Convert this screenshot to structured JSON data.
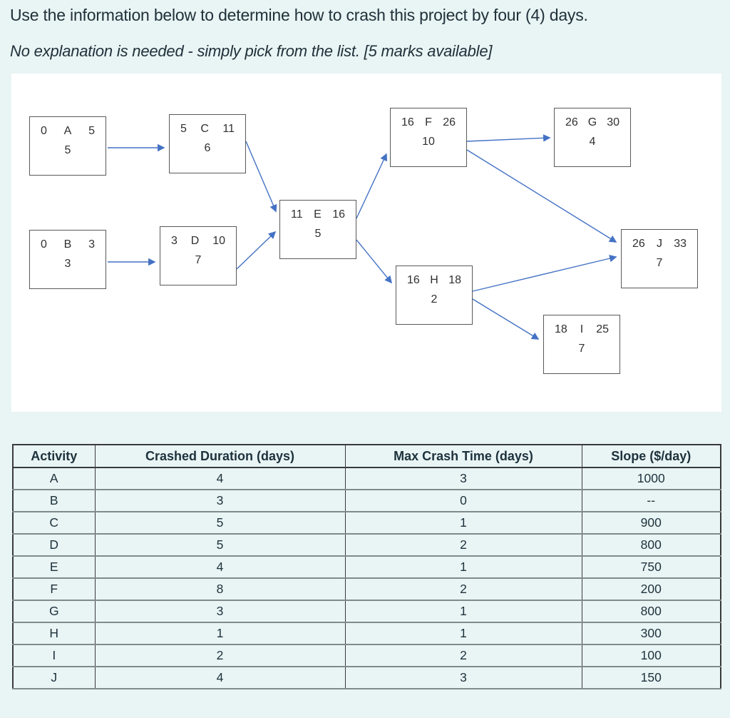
{
  "page": {
    "title": "Use the information below to determine how to crash this project by four (4) days.",
    "subtitle": "No explanation is needed - simply pick from the list. [5 marks available]"
  },
  "colors": {
    "page_background": "#e9f4f4",
    "panel_background": "#ffffff",
    "arrow_blue": "#4472c4",
    "node_border": "#595959",
    "text_dark": "#20313a",
    "table_border_dark": "#3a3a3a",
    "table_row_border_gray": "#7f8a8a"
  },
  "diagram": {
    "description": "Activity-on-node project network; each node shows early start, activity letter, early finish on top row and duration below",
    "nodes": [
      {
        "id": "A",
        "es": "0",
        "name": "A",
        "ef": "5",
        "duration": "5"
      },
      {
        "id": "B",
        "es": "0",
        "name": "B",
        "ef": "3",
        "duration": "3"
      },
      {
        "id": "C",
        "es": "5",
        "name": "C",
        "ef": "11",
        "duration": "6"
      },
      {
        "id": "D",
        "es": "3",
        "name": "D",
        "ef": "10",
        "duration": "7"
      },
      {
        "id": "E",
        "es": "11",
        "name": "E",
        "ef": "16",
        "duration": "5"
      },
      {
        "id": "F",
        "es": "16",
        "name": "F",
        "ef": "26",
        "duration": "10"
      },
      {
        "id": "G",
        "es": "26",
        "name": "G",
        "ef": "30",
        "duration": "4"
      },
      {
        "id": "H",
        "es": "16",
        "name": "H",
        "ef": "18",
        "duration": "2"
      },
      {
        "id": "I",
        "es": "18",
        "name": "I",
        "ef": "25",
        "duration": "7"
      },
      {
        "id": "J",
        "es": "26",
        "name": "J",
        "ef": "33",
        "duration": "7"
      }
    ],
    "edges": [
      "A→C",
      "B→D",
      "C→E",
      "D→E",
      "E→F",
      "E→H",
      "F→G",
      "F→J",
      "H→J",
      "H→I"
    ]
  },
  "table": {
    "headers": [
      "Activity",
      "Crashed Duration (days)",
      "Max Crash Time (days)",
      "Slope ($/day)"
    ],
    "rows": [
      {
        "activity": "A",
        "crashed_duration": "4",
        "max_crash_time": "3",
        "slope": "1000"
      },
      {
        "activity": "B",
        "crashed_duration": "3",
        "max_crash_time": "0",
        "slope": "--"
      },
      {
        "activity": "C",
        "crashed_duration": "5",
        "max_crash_time": "1",
        "slope": "900"
      },
      {
        "activity": "D",
        "crashed_duration": "5",
        "max_crash_time": "2",
        "slope": "800"
      },
      {
        "activity": "E",
        "crashed_duration": "4",
        "max_crash_time": "1",
        "slope": "750"
      },
      {
        "activity": "F",
        "crashed_duration": "8",
        "max_crash_time": "2",
        "slope": "200"
      },
      {
        "activity": "G",
        "crashed_duration": "3",
        "max_crash_time": "1",
        "slope": "800"
      },
      {
        "activity": "H",
        "crashed_duration": "1",
        "max_crash_time": "1",
        "slope": "300"
      },
      {
        "activity": "I",
        "crashed_duration": "2",
        "max_crash_time": "2",
        "slope": "100"
      },
      {
        "activity": "J",
        "crashed_duration": "4",
        "max_crash_time": "3",
        "slope": "150"
      }
    ]
  }
}
